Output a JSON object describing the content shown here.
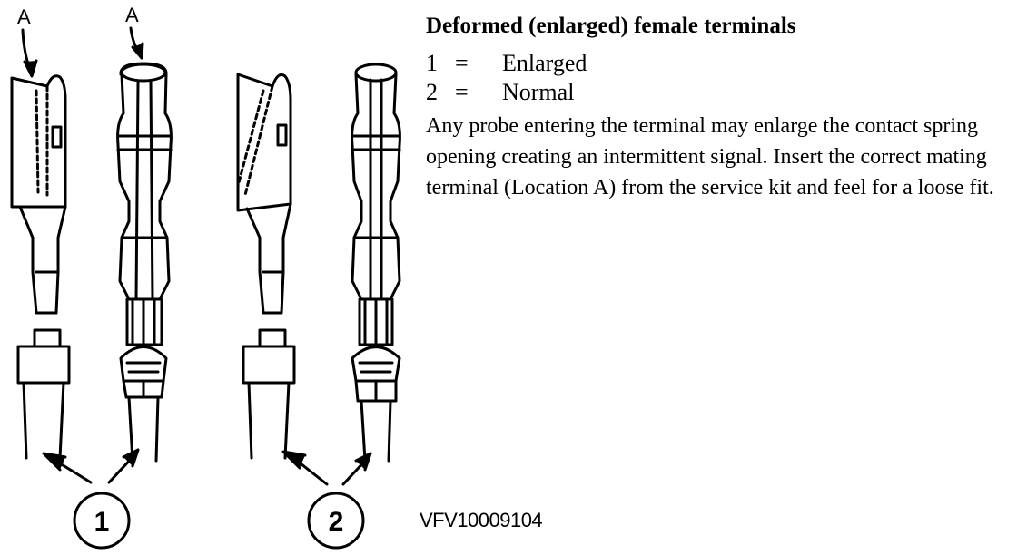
{
  "title": "Deformed (enlarged) female terminals",
  "legend": [
    {
      "num": "1",
      "sep": "=",
      "label": "Enlarged"
    },
    {
      "num": "2",
      "sep": "=",
      "label": "Normal"
    }
  ],
  "description": "Any probe entering the terminal may enlarge the contact spring opening creating an intermittent signal. Insert the correct mating terminal (Location A) from the service kit and feel for a loose fit.",
  "location_label": "A",
  "callouts": [
    "1",
    "2"
  ],
  "figure_code": "VFV10009104"
}
